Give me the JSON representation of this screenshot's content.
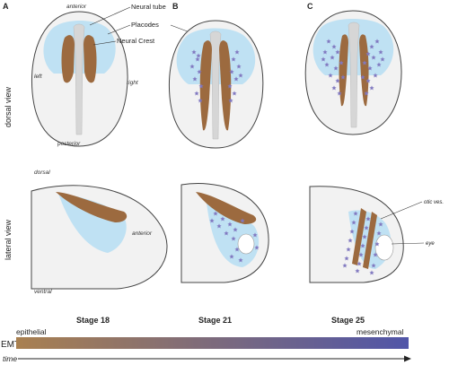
{
  "panels": {
    "a": "A",
    "b": "B",
    "c": "C"
  },
  "orientation": {
    "anterior": "anterior",
    "posterior": "posterior",
    "left": "left",
    "right": "right",
    "dorsal": "dorsal",
    "ventral": "ventral",
    "anterior_lateral": "anterior"
  },
  "labels": {
    "neural_tube": "Neural tube",
    "placodes": "Placodes",
    "neural_crest": "Neural Crest",
    "otic_ves": "otic ves.",
    "eye": "eye"
  },
  "views": {
    "dorsal": "dorsal view",
    "lateral": "lateral view"
  },
  "stages": [
    "Stage 18",
    "Stage 21",
    "Stage 25"
  ],
  "emt": {
    "label": "EMT",
    "start": "epithelial",
    "end": "mesenchymal",
    "time": "time"
  },
  "colors": {
    "embryo_fill": "#f2f2f2",
    "embryo_stroke": "#444444",
    "placode_blue": "#bfe1f3",
    "neural_crest_brown": "#9c6a3f",
    "neural_tube_gray": "#d6d6d6",
    "migrating_cells": "#8078c0",
    "gradient_start": "#a98050",
    "gradient_end": "#5055a8"
  }
}
